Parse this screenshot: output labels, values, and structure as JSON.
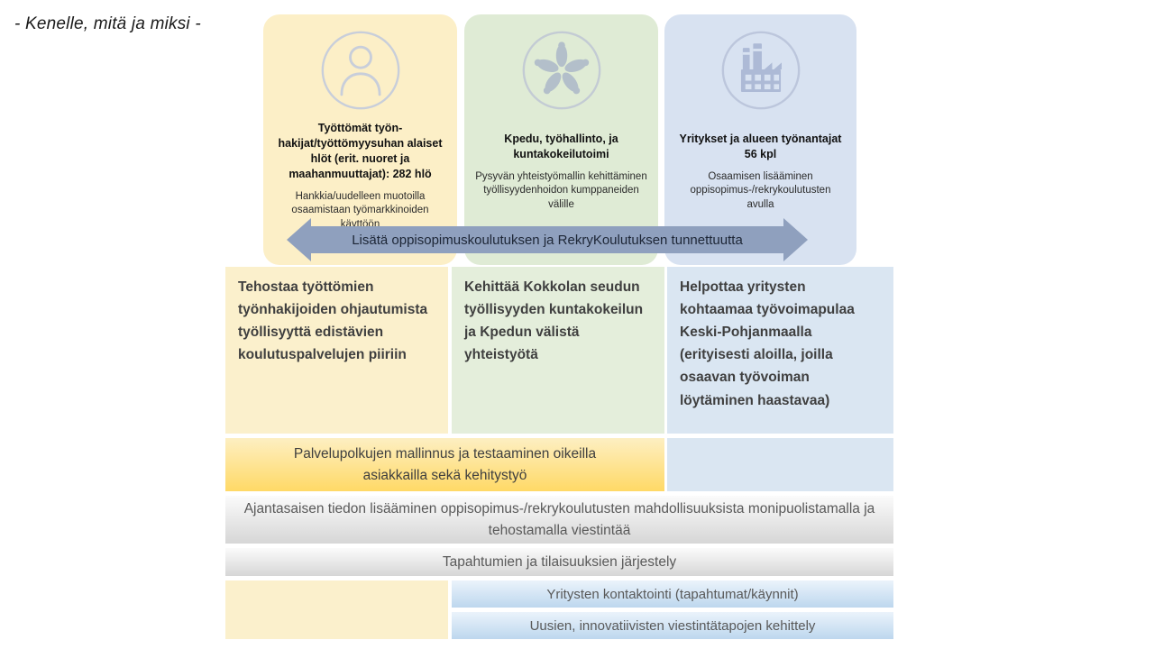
{
  "tagline": "- Kenelle, mitä ja miksi -",
  "cards": [
    {
      "icon": "person-icon",
      "title": "Työttömät työn-hakijat/työttömyysuhan alaiset hlöt (erit. nuoret ja maahanmuuttajat): 282 hlö",
      "body": "Hankkia/uudelleen muotoilla osaamistaan työmarkkinoiden käyttöön"
    },
    {
      "icon": "hands-icon",
      "title": "Kpedu, työhallinto, ja kuntakokeilutoimi",
      "body": "Pysyvän yhteistyömallin kehittäminen työllisyydenhoidon kumppaneiden välille"
    },
    {
      "icon": "factory-icon",
      "title": "Yritykset ja alueen työnantajat 56 kpl",
      "body": "Osaamisen lisääminen oppisopimus-/rekrykoulutusten avulla"
    }
  ],
  "arrow_label": "Lisätä oppisopimuskoulutuksen ja RekryKoulutuksen tunnettuutta",
  "goals": [
    "Tehostaa työttömien työnhakijoiden ohjautumista työllisyyttä edistävien koulutuspalvelujen piiriin",
    "Kehittää Kokkolan seudun työllisyyden kuntakokeilun ja Kpedun välistä yhteistyötä",
    "Helpottaa yritysten kohtaamaa työvoimapulaa Keski-Pohjanmaalla (erityisesti aloilla, joilla osaavan työvoiman löytäminen haastavaa)"
  ],
  "bands": {
    "service_paths": "Palvelupolkujen mallinnus ja testaaminen oikeilla asiakkailla sekä kehitystyö",
    "information": "Ajantasaisen tiedon lisääminen oppisopimus-/rekrykoulutusten mahdollisuuksista monipuolistamalla ja tehostamalla viestintää",
    "events": "Tapahtumien ja tilaisuuksien järjestely",
    "company_contacting": "Yritysten kontaktointi (tapahtumat/käynnit)",
    "communication_methods": "Uusien, innovatiivisten viestintätapojen kehittely"
  },
  "colors": {
    "card1-bg": "#FCEFC7",
    "card2-bg": "#DFEBD5",
    "card3-bg": "#D8E2F1",
    "col1-bg": "#FBF0CC",
    "col2-bg": "#E4EEDB",
    "col3-bg": "#DAE6F2",
    "arrow-color": "#8FA0BE",
    "yellow-band-top": "#FDEFC2",
    "yellow-band-bottom": "#FFD966",
    "gray-band-top": "#FBFBFB",
    "gray-band-bottom": "#D6D6D6",
    "blue-band-top": "#EBF3FB",
    "blue-band-bottom": "#BDD7EE"
  }
}
